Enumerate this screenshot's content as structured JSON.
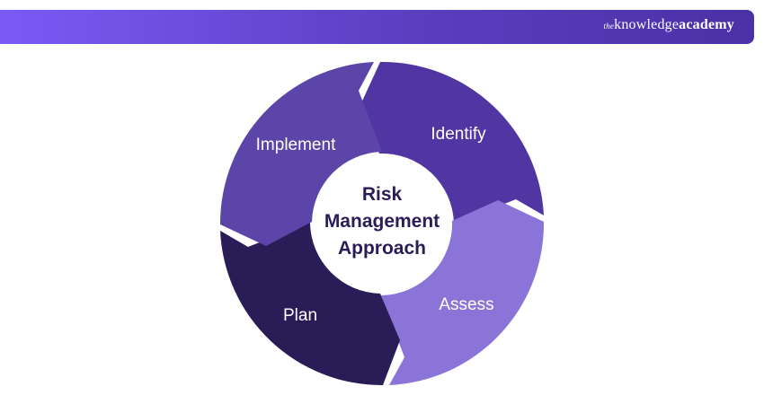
{
  "brand": {
    "the": "the",
    "knowledge": "knowledge",
    "academy": "academy"
  },
  "diagram": {
    "center_lines": [
      "Risk",
      "Management",
      "Approach"
    ],
    "segments": [
      {
        "label": "Identify",
        "color": "#5135a3"
      },
      {
        "label": "Assess",
        "color": "#8a74d8"
      },
      {
        "label": "Plan",
        "color": "#2a1d57"
      },
      {
        "label": "Implement",
        "color": "#5b45a8"
      }
    ]
  }
}
